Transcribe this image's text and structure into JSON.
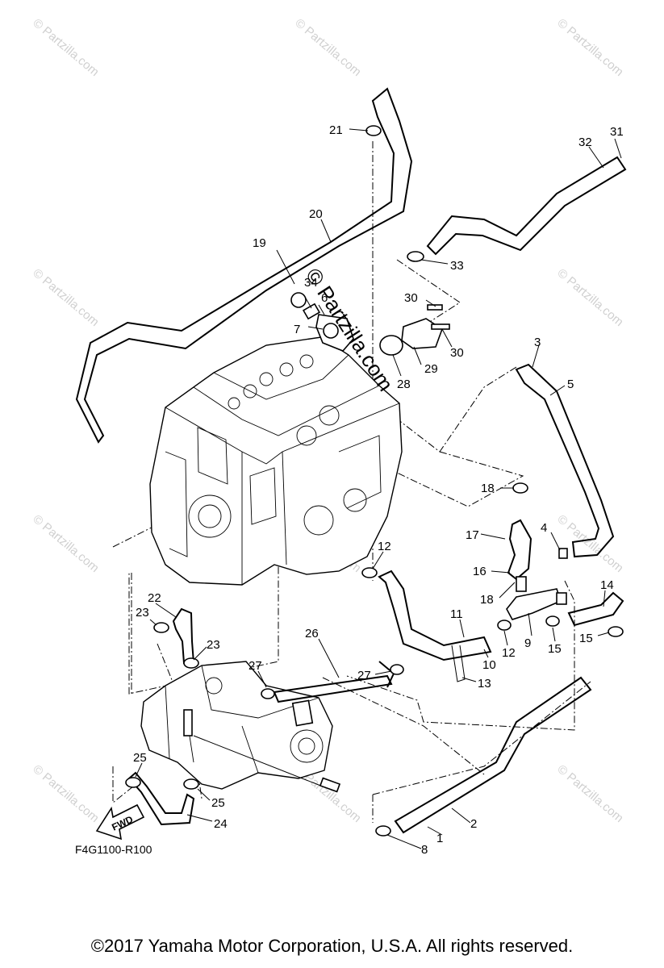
{
  "watermarks": {
    "small_text": "© Partzilla.com",
    "large_text": "© Partzilla.com"
  },
  "diagram_code": "F4G1100-R100",
  "fwd_label": "FWD",
  "copyright": "©2017  Yamaha Motor Corporation, U.S.A. All rights reserved.",
  "callouts": {
    "c1": "1",
    "c2": "2",
    "c3": "3",
    "c4": "4",
    "c5": "5",
    "c6": "6",
    "c7": "7",
    "c8": "8",
    "c9": "9",
    "c10": "10",
    "c11": "11",
    "c12a": "12",
    "c12b": "12",
    "c13": "13",
    "c14": "14",
    "c15a": "15",
    "c15b": "15",
    "c16": "16",
    "c17": "17",
    "c18a": "18",
    "c18b": "18",
    "c19": "19",
    "c20": "20",
    "c21": "21",
    "c22": "22",
    "c23a": "23",
    "c23b": "23",
    "c24": "24",
    "c25a": "25",
    "c25b": "25",
    "c26": "26",
    "c27a": "27",
    "c27b": "27",
    "c28": "28",
    "c29": "29",
    "c30a": "30",
    "c30b": "30",
    "c31": "31",
    "c32": "32",
    "c33": "33",
    "c34": "34"
  }
}
